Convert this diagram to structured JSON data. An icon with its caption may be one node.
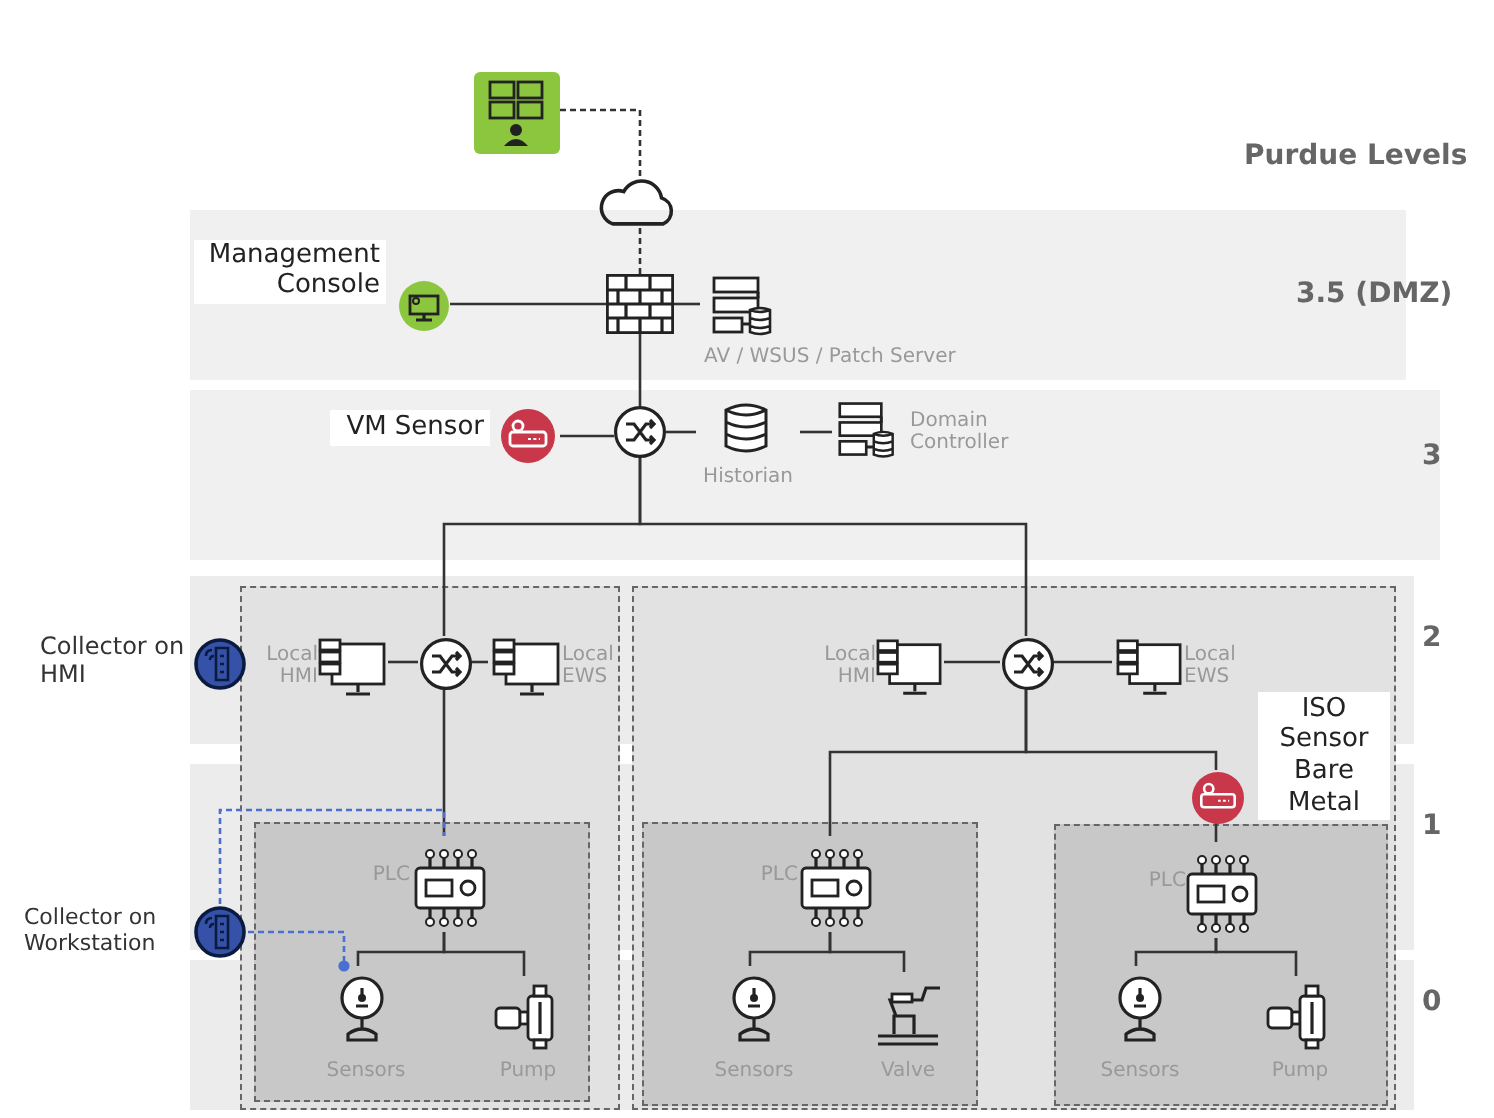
{
  "diagram": {
    "nodes": [
      {
        "text": [],
        "shape": "box"
      },
      {
        "text": [],
        "shape": "cloud"
      },
      {
        "text": [
          "Management Console"
        ]
      },
      {
        "text": [],
        "shape": "box"
      },
      {
        "text": [
          "AV / WSUS / Patch Server"
        ]
      },
      {
        "text": [
          "VM Sensor"
        ]
      },
      {
        "text": [],
        "shape": "circle"
      },
      {
        "text": [
          "Historian"
        ]
      },
      {
        "text": [
          "Domain Controller"
        ]
      },
      {
        "text": [],
        "shape": "box"
      },
      {
        "text": [],
        "shape": "circle",
        "in": 9
      },
      {
        "text": [
          "Local HMI"
        ],
        "in": 9
      },
      {
        "text": [
          "Local EWS"
        ],
        "in": 9
      },
      {
        "text": [],
        "shape": "box",
        "in": 9
      },
      {
        "text": [
          "PLC"
        ],
        "in": 13
      },
      {
        "text": [
          "Sensors"
        ],
        "in": 13
      },
      {
        "text": [
          "Pump"
        ],
        "in": 13
      },
      {
        "text": [
          "Collector on HMI"
        ]
      },
      {
        "text": [
          "Collector on Workstation"
        ]
      },
      {
        "text": [],
        "shape": "box"
      },
      {
        "text": [],
        "shape": "circle",
        "in": 19
      },
      {
        "text": [
          "Local HMI"
        ],
        "in": 19
      },
      {
        "text": [
          "Local EWS"
        ],
        "in": 19
      },
      {
        "text": [],
        "shape": "circle",
        "in": 19,
        "beside": [
          "ISO Sensor Bare Metal"
        ]
      },
      {
        "text": [],
        "shape": "box",
        "in": 19
      },
      {
        "text": [
          "PLC"
        ],
        "in": 24
      },
      {
        "text": [
          "Sensors"
        ],
        "in": 24
      },
      {
        "text": [
          "Valve"
        ],
        "in": 24
      },
      {
        "text": [],
        "shape": "box",
        "in": 19
      },
      {
        "text": [
          "PLC"
        ],
        "in": 28
      },
      {
        "text": [
          "Sensors"
        ],
        "in": 28
      },
      {
        "text": [
          "Pump"
        ],
        "in": 28
      }
    ],
    "edges": [
      {
        "from": 0,
        "to": 1,
        "arrow": "none",
        "style": "dashed"
      },
      {
        "from": 1,
        "to": 3,
        "arrow": "none",
        "style": "dashed"
      },
      {
        "from": 2,
        "to": 3,
        "arrow": "none"
      },
      {
        "from": 3,
        "to": 4,
        "arrow": "none"
      },
      {
        "from": 3,
        "to": 6,
        "arrow": "none"
      },
      {
        "from": 5,
        "to": 6,
        "arrow": "none"
      },
      {
        "from": 6,
        "to": 7,
        "arrow": "none"
      },
      {
        "from": 7,
        "to": 8,
        "arrow": "none"
      },
      {
        "from": 6,
        "to": 10,
        "arrow": "none"
      },
      {
        "from": 6,
        "to": 20,
        "arrow": "none"
      },
      {
        "from": 10,
        "to": 11,
        "arrow": "none"
      },
      {
        "from": 10,
        "to": 12,
        "arrow": "none"
      },
      {
        "from": 10,
        "to": 14,
        "arrow": "none"
      },
      {
        "from": 14,
        "to": 15,
        "arrow": "none"
      },
      {
        "from": 14,
        "to": 16,
        "arrow": "none"
      },
      {
        "from": 18,
        "to": 14,
        "arrow": "none",
        "style": "dashed",
        "color": "#4a6fd0"
      },
      {
        "from": 18,
        "to": 15,
        "arrow": "other",
        "style": "dashed",
        "color": "#4a6fd0"
      },
      {
        "from": 20,
        "to": 21,
        "arrow": "none"
      },
      {
        "from": 20,
        "to": 22,
        "arrow": "none"
      },
      {
        "from": 20,
        "to": 25,
        "arrow": "none"
      },
      {
        "from": 20,
        "to": 23,
        "arrow": "none"
      },
      {
        "from": 23,
        "to": 29,
        "arrow": "none"
      },
      {
        "from": 25,
        "to": 26,
        "arrow": "none"
      },
      {
        "from": 25,
        "to": 27,
        "arrow": "none"
      },
      {
        "from": 29,
        "to": 30,
        "arrow": "none"
      },
      {
        "from": 29,
        "to": 31,
        "arrow": "none"
      }
    ],
    "labels": [
      "Purdue Levels",
      "3.5 (DMZ)",
      "3",
      "2",
      "1",
      "0"
    ]
  }
}
